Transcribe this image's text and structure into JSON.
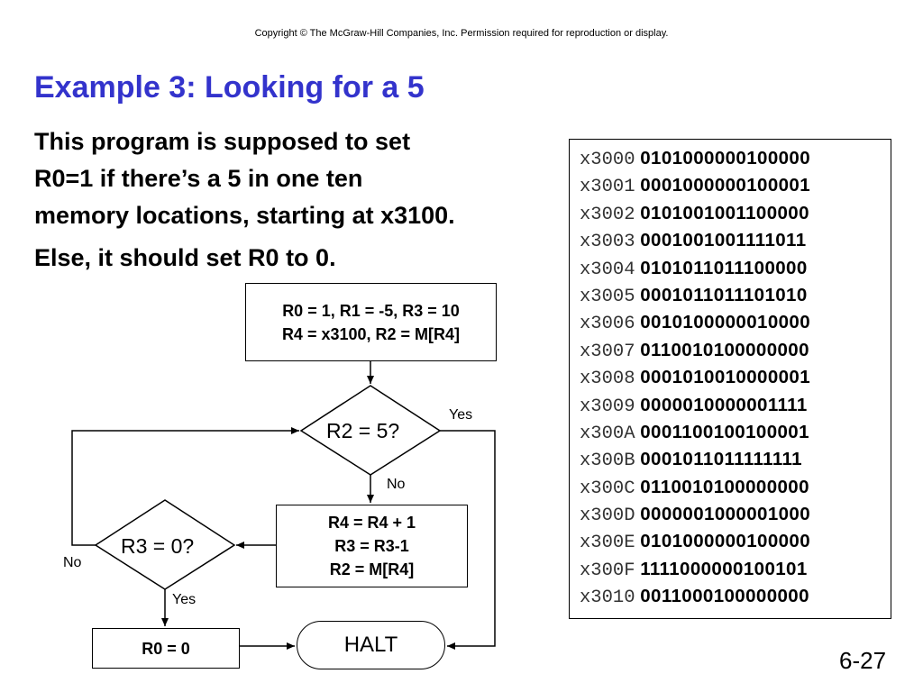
{
  "copyright": "Copyright © The McGraw-Hill Companies, Inc.  Permission required for reproduction or display.",
  "title": "Example 3: Looking for a 5",
  "body": {
    "line1": "This program is supposed to set",
    "line2": "R0=1 if there’s a 5 in one ten",
    "line3": "memory locations, starting at x3100.",
    "line4": "Else, it should set R0 to 0."
  },
  "memory": [
    {
      "addr": "x3000",
      "bits": "0101000000100000"
    },
    {
      "addr": "x3001",
      "bits": "0001000000100001"
    },
    {
      "addr": "x3002",
      "bits": "0101001001100000"
    },
    {
      "addr": "x3003",
      "bits": "0001001001111011"
    },
    {
      "addr": "x3004",
      "bits": "0101011011100000"
    },
    {
      "addr": "x3005",
      "bits": "0001011011101010"
    },
    {
      "addr": "x3006",
      "bits": "0010100000010000"
    },
    {
      "addr": "x3007",
      "bits": "0110010100000000"
    },
    {
      "addr": "x3008",
      "bits": "0001010010000001"
    },
    {
      "addr": "x3009",
      "bits": "0000010000001111"
    },
    {
      "addr": "x300A",
      "bits": "0001100100100001"
    },
    {
      "addr": "x300B",
      "bits": "0001011011111111"
    },
    {
      "addr": "x300C",
      "bits": "0110010100000000"
    },
    {
      "addr": "x300D",
      "bits": "0000001000001000"
    },
    {
      "addr": "x300E",
      "bits": "0101000000100000"
    },
    {
      "addr": "x300F",
      "bits": "1111000000100101"
    },
    {
      "addr": "x3010",
      "bits": "0011000100000000"
    }
  ],
  "flowchart": {
    "init_line1": "R0 = 1, R1 = -5, R3 = 10",
    "init_line2": "R4 = x3100, R2 = M[R4]",
    "decision1": "R2 = 5?",
    "yes1": "Yes",
    "no1": "No",
    "update_line1": "R4 = R4 + 1",
    "update_line2": "R3 = R3-1",
    "update_line3": "R2 = M[R4]",
    "decision2": "R3 = 0?",
    "no2": "No",
    "yes2": "Yes",
    "set_zero": "R0 = 0",
    "halt": "HALT"
  },
  "page_number": "6-27"
}
